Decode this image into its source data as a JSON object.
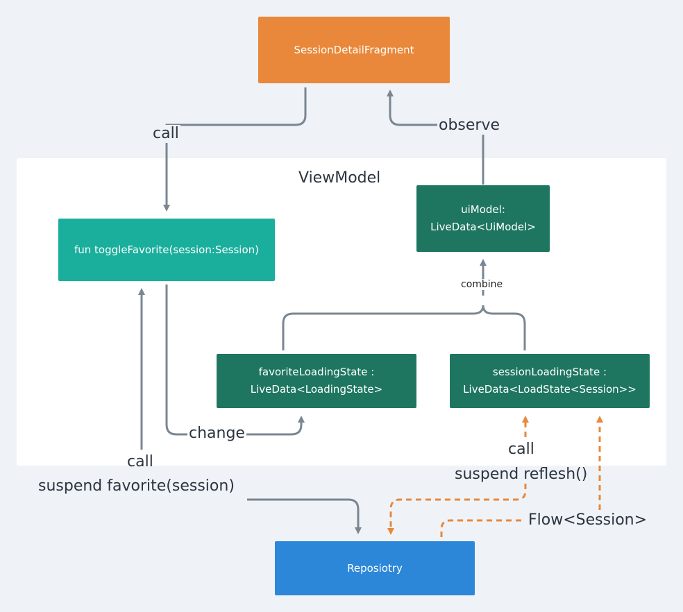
{
  "colors": {
    "background": "#eff3f7",
    "panel": "#ffffff",
    "fragment": "#e9883a",
    "function": "#1aaf9c",
    "livedata": "#1e7660",
    "repository": "#2d87d9",
    "wire": "#7a8692",
    "dashed": "#e9883a"
  },
  "viewmodel": {
    "title": "ViewModel"
  },
  "nodes": {
    "fragment": {
      "label": "SessionDetailFragment"
    },
    "toggle": {
      "label": "fun toggleFavorite(session:Session)"
    },
    "ui_model": {
      "line1": "uiModel:",
      "line2": "LiveData<UiModel>"
    },
    "favorite_state": {
      "line1": "favoriteLoadingState :",
      "line2": "LiveData<LoadingState>"
    },
    "session_state": {
      "line1": "sessionLoadingState :",
      "line2": "LiveData<LoadState<Session>>"
    },
    "repository": {
      "label": "Reposiotry"
    }
  },
  "edges": {
    "call_top": "call",
    "observe": "observe",
    "combine": "combine",
    "change": "change",
    "call_favorite_1": "call",
    "call_favorite_2": "suspend favorite(session)",
    "call_refresh_1": "call",
    "call_refresh_2": "suspend reflesh()",
    "flow": "Flow<Session>"
  }
}
